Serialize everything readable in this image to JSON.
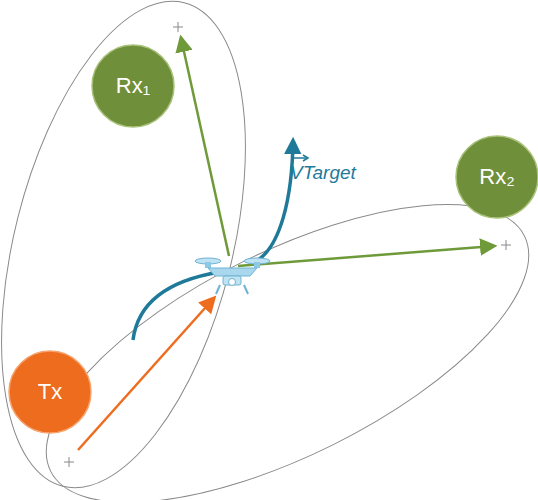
{
  "diagram": {
    "nodes": [
      {
        "text": [
          "Rx₁"
        ]
      },
      {
        "text": [
          "Rx₂"
        ]
      },
      {
        "text": [
          "Tx"
        ]
      }
    ],
    "labels": [
      "VTarget"
    ]
  }
}
